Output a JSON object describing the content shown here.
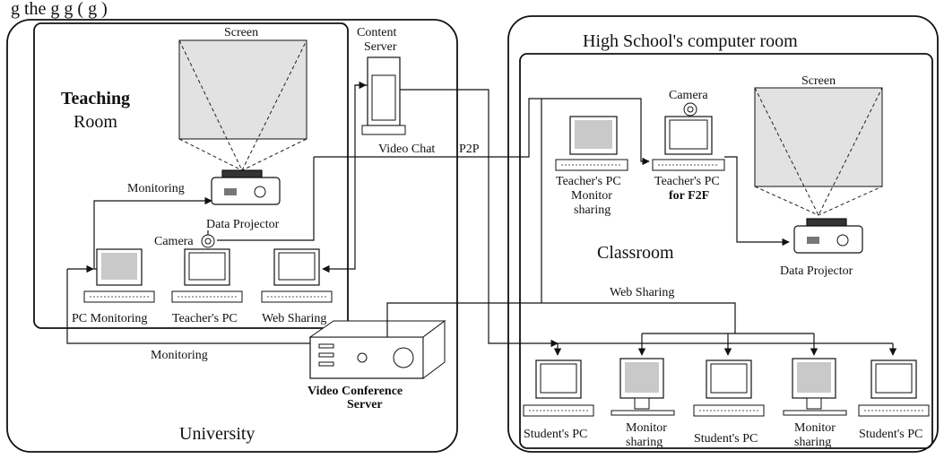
{
  "caption_fragment": "g   the    g         g  (  g   )",
  "university": {
    "title": "University",
    "teaching_room": [
      "Teaching",
      "Room"
    ],
    "screen": "Screen",
    "monitoring_top": "Monitoring",
    "data_projector": "Data Projector",
    "camera": "Camera",
    "pc_monitoring": "PC Monitoring",
    "teachers_pc": "Teacher's PC",
    "web_sharing": "Web Sharing",
    "monitoring_bottom": "Monitoring"
  },
  "center": {
    "content_server": [
      "Content",
      "Server"
    ],
    "video_chat": "Video Chat",
    "p2p": "P2P",
    "vcs": [
      "Video Conference",
      "Server"
    ]
  },
  "high_school": {
    "title": "High School's computer room",
    "camera": "Camera",
    "screen": "Screen",
    "teachers_pc_monitor": [
      "Teacher's PC",
      "Monitor",
      "sharing"
    ],
    "teachers_pc_f2f": [
      "Teacher's PC",
      "for F2F"
    ],
    "classroom": "Classroom",
    "data_projector": "Data Projector",
    "web_sharing": "Web Sharing",
    "students": [
      "Student's PC",
      "Monitor sharing",
      "Student's PC",
      "Monitor sharing",
      "Student's PC"
    ]
  }
}
